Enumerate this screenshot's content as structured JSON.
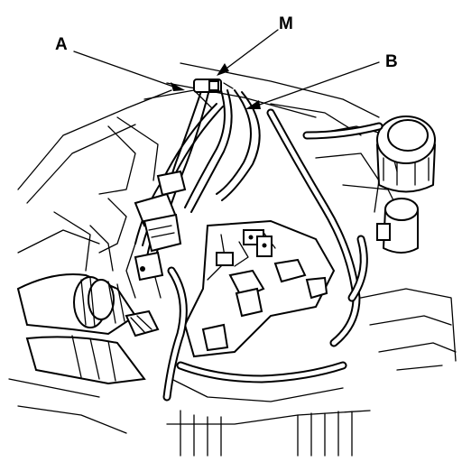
{
  "diagram": {
    "callouts": [
      {
        "id": "A",
        "label": "A"
      },
      {
        "id": "M",
        "label": "M"
      },
      {
        "id": "B",
        "label": "B"
      }
    ],
    "colors": {
      "ink": "#000000",
      "paper": "#ffffff"
    }
  }
}
